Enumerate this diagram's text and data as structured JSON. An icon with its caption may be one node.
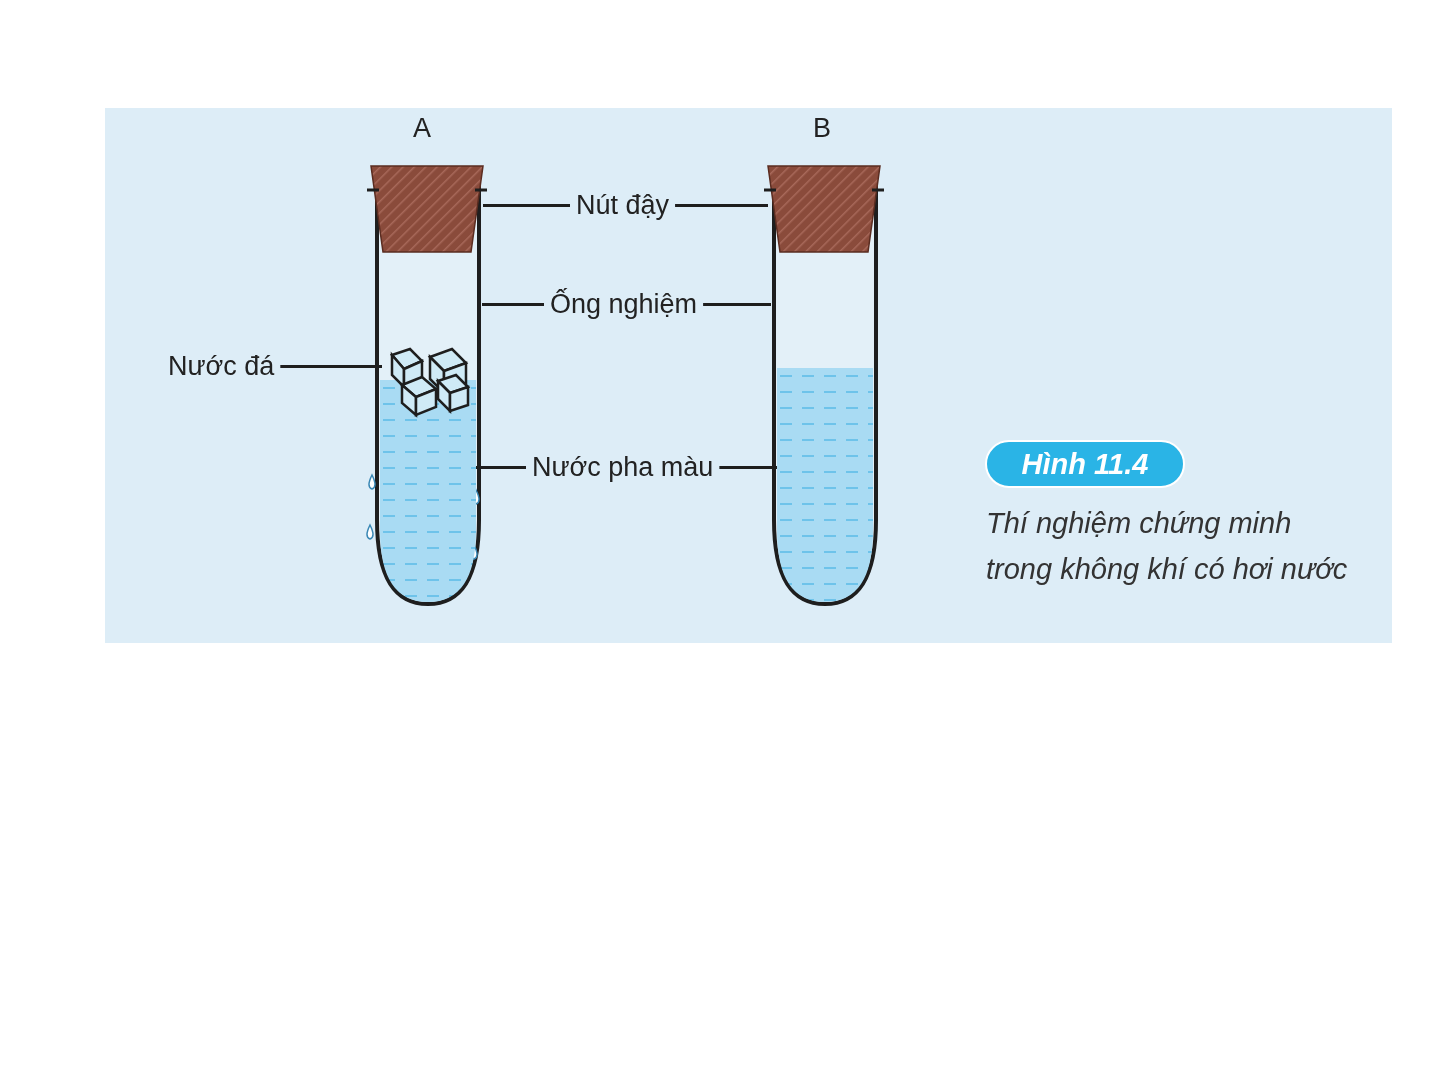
{
  "diagram": {
    "caption": "Thí nghiệm chứng minh trong không khí có hơi nước",
    "nodes": [
      {
        "text": [],
        "shape": "picture"
      },
      {
        "text": [],
        "shape": "picture"
      },
      {
        "text": [],
        "shape": "picture",
        "in": 0
      },
      {
        "text": [],
        "shape": "box",
        "in": 0
      },
      {
        "text": [
          "Nút đậy"
        ]
      },
      {
        "text": [
          "Ống nghiệm"
        ]
      },
      {
        "text": [
          "Nước đá"
        ]
      },
      {
        "text": [
          "Nước pha màu"
        ]
      },
      {
        "text": [],
        "shape": "picture"
      },
      {
        "text": [],
        "shape": "picture"
      },
      {
        "text": [],
        "shape": "box",
        "in": 8
      },
      {
        "text": [
          "Hình 11.4"
        ]
      }
    ],
    "edges": [
      {
        "from": 4,
        "to": 1,
        "arrow": "none"
      },
      {
        "from": 4,
        "to": 9,
        "arrow": "none"
      },
      {
        "from": 5,
        "to": 0,
        "arrow": "none"
      },
      {
        "from": 5,
        "to": 8,
        "arrow": "none"
      },
      {
        "from": 6,
        "to": 2,
        "arrow": "none"
      },
      {
        "from": 7,
        "to": 3,
        "arrow": "none"
      },
      {
        "from": 7,
        "to": 10,
        "arrow": "none"
      }
    ],
    "labels": [
      "A",
      "B"
    ]
  }
}
